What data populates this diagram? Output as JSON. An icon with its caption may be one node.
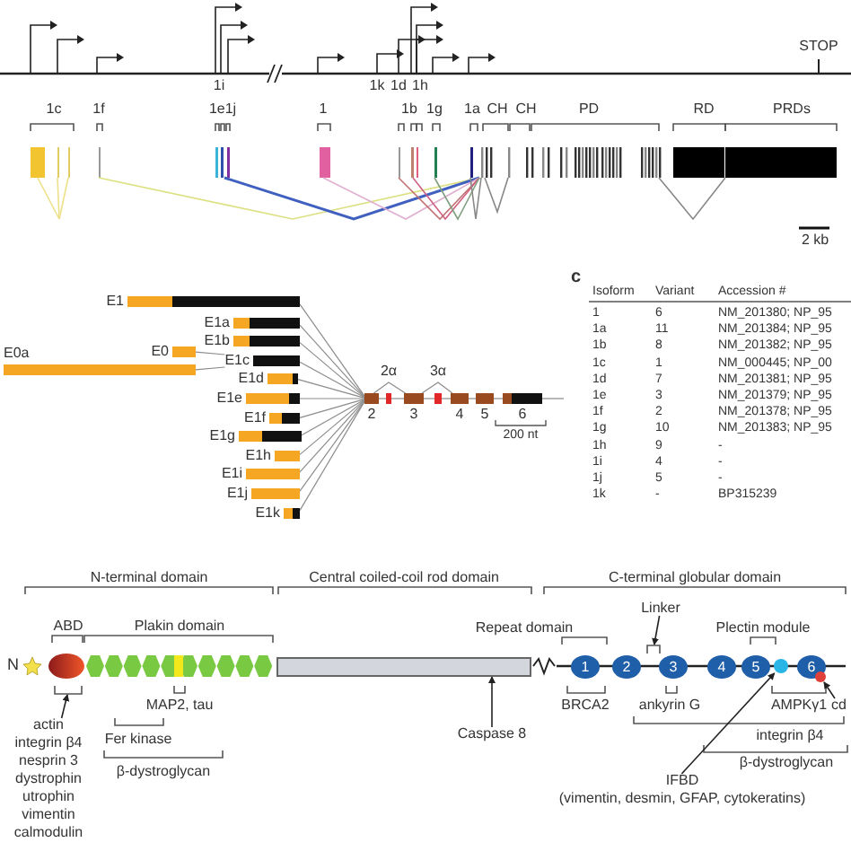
{
  "diagram": {
    "nodes": [
      {
        "text": [
          "E1"
        ]
      },
      {
        "text": [
          "E1a"
        ]
      },
      {
        "text": [
          "E1b"
        ]
      },
      {
        "text": [
          "E0"
        ]
      },
      {
        "text": [
          "E0a"
        ]
      },
      {
        "text": [
          "E1c"
        ]
      },
      {
        "text": [
          "E1d"
        ]
      },
      {
        "text": [
          "E1e"
        ]
      },
      {
        "text": [
          "E1f"
        ]
      },
      {
        "text": [
          "E1g"
        ]
      },
      {
        "text": [
          "E1h"
        ]
      },
      {
        "text": [
          "E1i"
        ]
      },
      {
        "text": [
          "E1j"
        ]
      },
      {
        "text": [
          "E1k"
        ]
      },
      {
        "text": [
          "2"
        ]
      },
      {
        "text": [
          "2α"
        ]
      },
      {
        "text": [
          "3"
        ]
      },
      {
        "text": [
          "3α"
        ]
      },
      {
        "text": [
          "4"
        ]
      },
      {
        "text": [
          "5"
        ]
      },
      {
        "text": [
          "6"
        ]
      },
      {
        "text": [
          "actin",
          "integrin β4",
          "nesprin 3",
          "dystrophin",
          "utrophin",
          "vimentin",
          "calmodulin"
        ]
      },
      {
        "text": [],
        "shape": "bracket"
      },
      {
        "text": [],
        "shape": "bar"
      },
      {
        "text": [
          "Caspase 8"
        ]
      },
      {
        "text": [
          "Linker"
        ]
      },
      {
        "text": [],
        "shape": "bracket"
      },
      {
        "text": [
          "1"
        ]
      },
      {
        "text": [
          "2"
        ]
      },
      {
        "text": [
          "3"
        ]
      },
      {
        "text": [
          "4"
        ]
      },
      {
        "text": [
          "5"
        ]
      },
      {
        "text": [
          "6"
        ]
      },
      {
        "text": [],
        "shape": "circle"
      },
      {
        "text": [],
        "shape": "circle"
      },
      {
        "text": [
          "IFBD",
          "(vimentin, desmin, GFAP, cytokeratins)"
        ]
      },
      {
        "text": [
          "cd"
        ]
      }
    ],
    "edges": [
      {
        "from": 0,
        "to": 14,
        "arrow": "none"
      },
      {
        "from": 1,
        "to": 14,
        "arrow": "none"
      },
      {
        "from": 2,
        "to": 14,
        "arrow": "none"
      },
      {
        "from": 5,
        "to": 14,
        "arrow": "none"
      },
      {
        "from": 6,
        "to": 14,
        "arrow": "none"
      },
      {
        "from": 7,
        "to": 14,
        "arrow": "none"
      },
      {
        "from": 8,
        "to": 14,
        "arrow": "none"
      },
      {
        "from": 9,
        "to": 14,
        "arrow": "none"
      },
      {
        "from": 10,
        "to": 14,
        "arrow": "none"
      },
      {
        "from": 11,
        "to": 14,
        "arrow": "none"
      },
      {
        "from": 12,
        "to": 14,
        "arrow": "none"
      },
      {
        "from": 13,
        "to": 14,
        "arrow": "none"
      },
      {
        "from": 3,
        "to": 5,
        "arrow": "none"
      },
      {
        "from": 4,
        "to": 5,
        "arrow": "none"
      },
      {
        "from": 14,
        "to": 15,
        "arrow": "none"
      },
      {
        "from": 15,
        "to": 16,
        "arrow": "none"
      },
      {
        "from": 16,
        "to": 17,
        "arrow": "none"
      },
      {
        "from": 17,
        "to": 18,
        "arrow": "none"
      },
      {
        "from": 18,
        "to": 19,
        "arrow": "none"
      },
      {
        "from": 19,
        "to": 20,
        "arrow": "none"
      },
      {
        "from": 14,
        "to": 16,
        "arrow": "none"
      },
      {
        "from": 16,
        "to": 18,
        "arrow": "none"
      },
      {
        "from": 21,
        "to": 22,
        "arrow": "to",
        "color": "#222222"
      },
      {
        "from": 24,
        "to": 23,
        "arrow": "to",
        "color": "#222222"
      },
      {
        "from": 25,
        "to": 26,
        "arrow": "to",
        "color": "#222222"
      },
      {
        "from": 35,
        "to": 33,
        "arrow": "to",
        "color": "#222222"
      },
      {
        "from": 36,
        "to": 34,
        "arrow": "to",
        "color": "#222222"
      }
    ],
    "labels": [
      "1i",
      "1k",
      "1d",
      "1h",
      "STOP",
      "1c",
      "1f",
      "1e1j",
      "1",
      "1b",
      "1g",
      "1a",
      "CH",
      "CH",
      "PD",
      "RD",
      "PRDs",
      "2 kb",
      "200 nt",
      "c",
      "Isoform",
      "Variant",
      "Accession #",
      "1",
      "6",
      "NM_201380; NP_95",
      "1a",
      "11",
      "NM_201384; NP_95",
      "1b",
      "8",
      "NM_201382; NP_95",
      "1c",
      "1",
      "NM_000445; NP_00",
      "1d",
      "7",
      "NM_201381; NP_95",
      "1e",
      "3",
      "NM_201379; NP_95",
      "1f",
      "2",
      "NM_201378; NP_95",
      "1g",
      "10",
      "NM_201383; NP_95",
      "1h",
      "9",
      "-",
      "1i",
      "4",
      "-",
      "1j",
      "5",
      "-",
      "1k",
      "-",
      "BP315239",
      "N-terminal domain",
      "Central coiled-coil rod domain",
      "C-terminal globular domain",
      "ABD",
      "Plakin domain",
      "Repeat domain",
      "Plectin module",
      "N",
      "MAP2, tau",
      "BRCA2",
      "ankyrin G",
      "AMPKγ1",
      "Fer kinase",
      "integrin β4",
      "β-dystroglycan",
      "β-dystroglycan"
    ]
  }
}
